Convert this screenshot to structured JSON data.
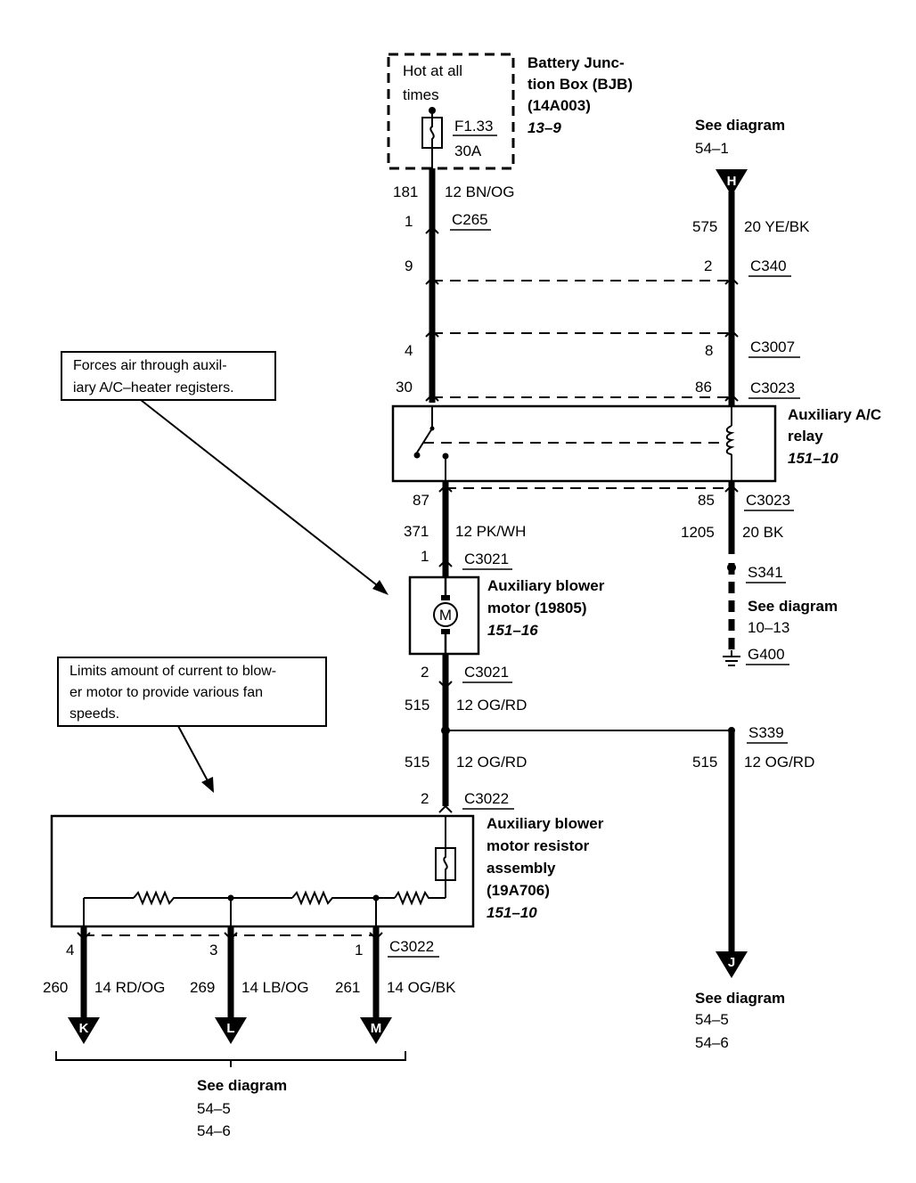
{
  "bjb": {
    "inner_line1": "Hot at all",
    "inner_line2": "times",
    "fuse_id": "F1.33",
    "fuse_rating": "30A",
    "title_line1": "Battery Junc-",
    "title_line2": "tion Box (BJB)",
    "title_line3": "(14A003)",
    "ref": "13–9"
  },
  "top_right_ref": {
    "line1": "See diagram",
    "line2": "54–1",
    "letter": "H"
  },
  "left_wire_top": {
    "circuit": "181",
    "color": "12 BN/OG"
  },
  "right_wire_top": {
    "circuit": "575",
    "color": "20 YE/BK"
  },
  "connectors": {
    "c265": {
      "pin": "1",
      "name": "C265"
    },
    "c340_left": {
      "pin": "9"
    },
    "c340_right": {
      "pin": "2",
      "name": "C340"
    },
    "c3007_left": {
      "pin": "4"
    },
    "c3007_right": {
      "pin": "8",
      "name": "C3007"
    },
    "c3023_top_left": {
      "pin": "30"
    },
    "c3023_top_right": {
      "pin": "86",
      "name": "C3023"
    },
    "c3023_bot_left": {
      "pin": "87"
    },
    "c3023_bot_right": {
      "pin": "85",
      "name": "C3023"
    },
    "c3021_top": {
      "pin": "1",
      "name": "C3021"
    },
    "c3021_bot": {
      "pin": "2",
      "name": "C3021"
    },
    "c3022_top": {
      "pin": "2",
      "name": "C3022"
    },
    "c3022_bot": {
      "pin4": "4",
      "pin3": "3",
      "pin1": "1",
      "name": "C3022"
    }
  },
  "tooltips": {
    "forces": {
      "line1": "Forces air through auxil-",
      "line2": "iary A/C–heater registers."
    },
    "limits": {
      "line1": "Limits amount of current to blow-",
      "line2": "er motor to provide various fan",
      "line3": "speeds."
    }
  },
  "relay": {
    "line1": "Auxiliary A/C",
    "line2": "relay",
    "ref": "151–10"
  },
  "relay_out_wire": {
    "circuit": "371",
    "color": "12 PK/WH"
  },
  "ground_wire": {
    "circuit": "1205",
    "color": "20 BK"
  },
  "splice_s341": {
    "name": "S341",
    "line1": "See diagram",
    "line2": "10–13"
  },
  "ground_g400": {
    "name": "G400"
  },
  "motor": {
    "symbol": "M",
    "line1": "Auxiliary blower",
    "line2": "motor (19805)",
    "ref": "151–16"
  },
  "motor_out_wire": {
    "circuit": "515",
    "color": "12 OG/RD"
  },
  "splice_s339": {
    "name": "S339"
  },
  "wire_after_splice_left": {
    "circuit": "515",
    "color": "12 OG/RD"
  },
  "wire_after_splice_right": {
    "circuit": "515",
    "color": "12 OG/RD"
  },
  "resistor": {
    "line1": "Auxiliary blower",
    "line2": "motor resistor",
    "line3": "assembly",
    "line4": "(19A706)",
    "ref": "151–10"
  },
  "bottom_wires": [
    {
      "circuit": "260",
      "color": "14 RD/OG",
      "letter": "K"
    },
    {
      "circuit": "269",
      "color": "14 LB/OG",
      "letter": "L"
    },
    {
      "circuit": "261",
      "color": "14 OG/BK",
      "letter": "M"
    }
  ],
  "bottom_see": {
    "line1": "See diagram",
    "line2": "54–5",
    "line3": "54–6"
  },
  "right_bottom_see": {
    "line1": "See diagram",
    "line2": "54–5",
    "line3": "54–6",
    "letter": "J"
  }
}
